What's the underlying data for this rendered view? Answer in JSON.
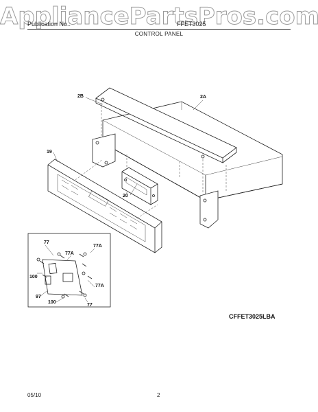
{
  "watermark": "AppliancePartsPros.com",
  "header": {
    "publication_label": "Publication No.:",
    "model_label": "FFET3025",
    "section_title": "CONTROL PANEL"
  },
  "callouts": {
    "c_2b": "2B",
    "c_2a": "2A",
    "c_19": "19",
    "c_20": "20",
    "c_77_top": "77",
    "c_77a_a": "77A",
    "c_77a_b": "77A",
    "c_100_left": "100",
    "c_77a_c": "77A",
    "c_97": "97",
    "c_77_bottom": "77",
    "c_100_bottom": "100"
  },
  "model_code": "CFFET3025LBA",
  "footer": {
    "date": "05/10",
    "page": "2"
  },
  "colors": {
    "line": "#222222",
    "watermark_outline": "#9a9a9a"
  }
}
